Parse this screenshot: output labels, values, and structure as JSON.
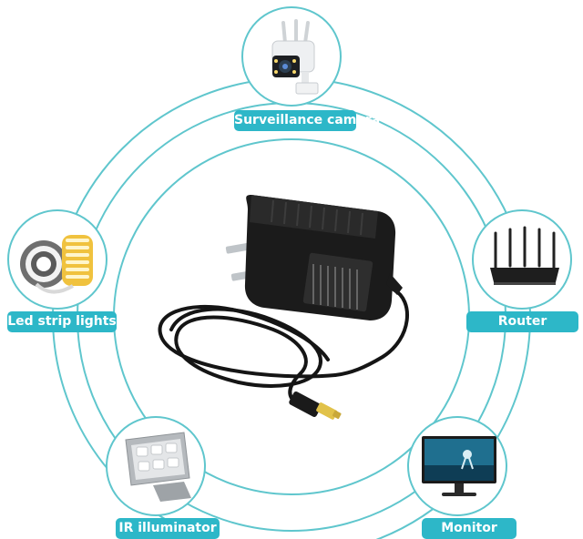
{
  "colors": {
    "ring": "#5fc6cd",
    "label_bg": "#2db7c8",
    "label_text": "#ffffff",
    "adapter_body": "#1b1b1b",
    "cable": "#151515",
    "connector_tip": "#e1c24a"
  },
  "center_product": {
    "icon": "power-adapter-icon"
  },
  "devices": [
    {
      "label": "Surveillance camera",
      "icon": "security-camera-icon"
    },
    {
      "label": "Led strip lights",
      "icon": "led-strip-icon"
    },
    {
      "label": "Router",
      "icon": "router-icon"
    },
    {
      "label": "IR illuminator",
      "icon": "floodlight-icon"
    },
    {
      "label": "Monitor",
      "icon": "monitor-icon"
    }
  ]
}
